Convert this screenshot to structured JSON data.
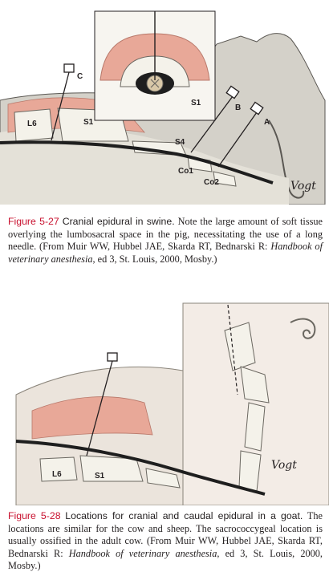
{
  "figure_1": {
    "labels": {
      "c": "C",
      "b": "B",
      "a": "A",
      "l6": "L6",
      "s1": "S1",
      "s1_inset": "S1",
      "s4": "S4",
      "co1": "Co1",
      "co2": "Co2",
      "signature": "Vogt"
    },
    "caption": {
      "number": "Figure 5-27",
      "title": "Cranial epidural in swine.",
      "body": "Note the large amount of soft tissue overlying the lumbosacral space in the pig, necessitating the use of a long needle. (From Muir WW, Hubbel JAE, Skarda RT, Bednarski R:",
      "book": "Handbook of veterinary anesthesia",
      "tail": ", ed 3, St. Louis, 2000, Mosby.)"
    }
  },
  "figure_2": {
    "labels": {
      "l6": "L6",
      "s1": "S1",
      "signature": "Vogt"
    },
    "caption": {
      "number": "Figure 5-28",
      "title": "Locations for cranial and caudal epidural in a goat.",
      "body": "The locations are similar for the cow and sheep. The sacrococcygeal location is usually ossified in the adult cow. (From Muir WW, Hubbel JAE, Skarda RT, Bednarski R:",
      "book": "Handbook of veterinary anesthesia",
      "tail": ", ed 3, St. Louis, 2000, Mosby.)"
    }
  },
  "colors": {
    "muscle": "#e8a898",
    "skin": "#d4d1c9",
    "bone": "#f4f2ea",
    "spinal_cord": "#1e1e1e",
    "caption_label": "#c8102e"
  }
}
